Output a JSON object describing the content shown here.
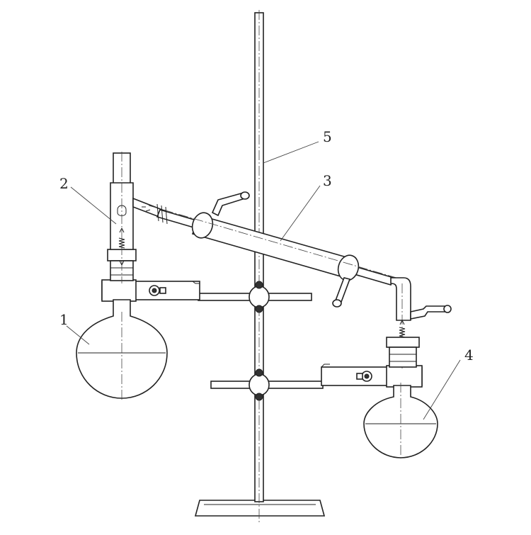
{
  "labels": {
    "flask": "1",
    "distilling_head": "2",
    "condenser": "3",
    "receiver_flask": "4",
    "stand_rod": "5"
  }
}
